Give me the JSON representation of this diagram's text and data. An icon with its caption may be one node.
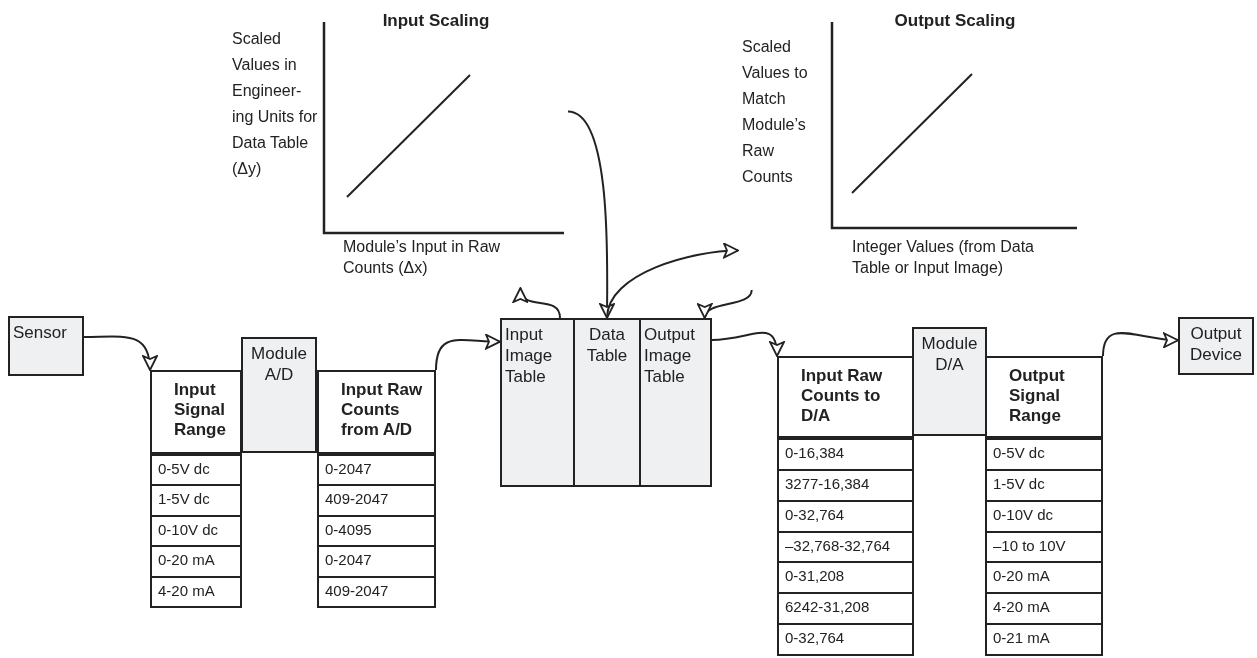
{
  "diagram": {
    "nodes": [
      {
        "text": [
          "Sensor"
        ]
      },
      {
        "text": [
          "Input Signal Range",
          "0-5V dc",
          "1-5V dc",
          "0-10V dc",
          "0-20 mA",
          "4-20 mA"
        ]
      },
      {
        "text": [
          "Module A/D"
        ]
      },
      {
        "text": [
          "Input Raw Counts from A/D",
          "0-2047",
          "409-2047",
          "0-4095",
          "0-2047",
          "409-2047"
        ]
      },
      {
        "text": [
          "Input Image Table"
        ]
      },
      {
        "text": [
          "Data Table"
        ]
      },
      {
        "text": [
          "Output Image Table"
        ]
      },
      {
        "text": [
          "Input Raw Counts to D/A",
          "0-16,384",
          "3277-16,384",
          "0-32,764",
          "–32,768-32,764",
          "0-31,208",
          "6242-31,208",
          "0-32,764"
        ]
      },
      {
        "text": [
          "Module D/A"
        ]
      },
      {
        "text": [
          "Output Signal Range",
          "0-5V dc",
          "1-5V dc",
          "0-10V dc",
          "–10 to 10V",
          "0-20 mA",
          "4-20 mA",
          "0-21 mA"
        ]
      },
      {
        "text": [
          "Output Device"
        ]
      },
      {
        "text": [
          "Input Scaling",
          "Scaled Values in Engineer- ing Units for Data Table (Δy)",
          "Module’s Input in Raw Counts (Δx)"
        ]
      },
      {
        "text": [
          "Output Scaling",
          "Scaled Values to Match Module’s Raw Counts",
          "Integer Values (from Data Table or Input Image)"
        ]
      }
    ],
    "edges": [
      {
        "from": 0,
        "to": 1,
        "arrow": "to"
      },
      {
        "from": 3,
        "to": 4,
        "arrow": "to"
      },
      {
        "from": 4,
        "to": 11,
        "arrow": "to"
      },
      {
        "from": 11,
        "to": 5,
        "arrow": "to"
      },
      {
        "from": 5,
        "to": 12,
        "arrow": "to"
      },
      {
        "from": 12,
        "to": 6,
        "arrow": "to"
      },
      {
        "from": 6,
        "to": 7,
        "arrow": "to"
      },
      {
        "from": 9,
        "to": 10,
        "arrow": "to"
      }
    ]
  }
}
